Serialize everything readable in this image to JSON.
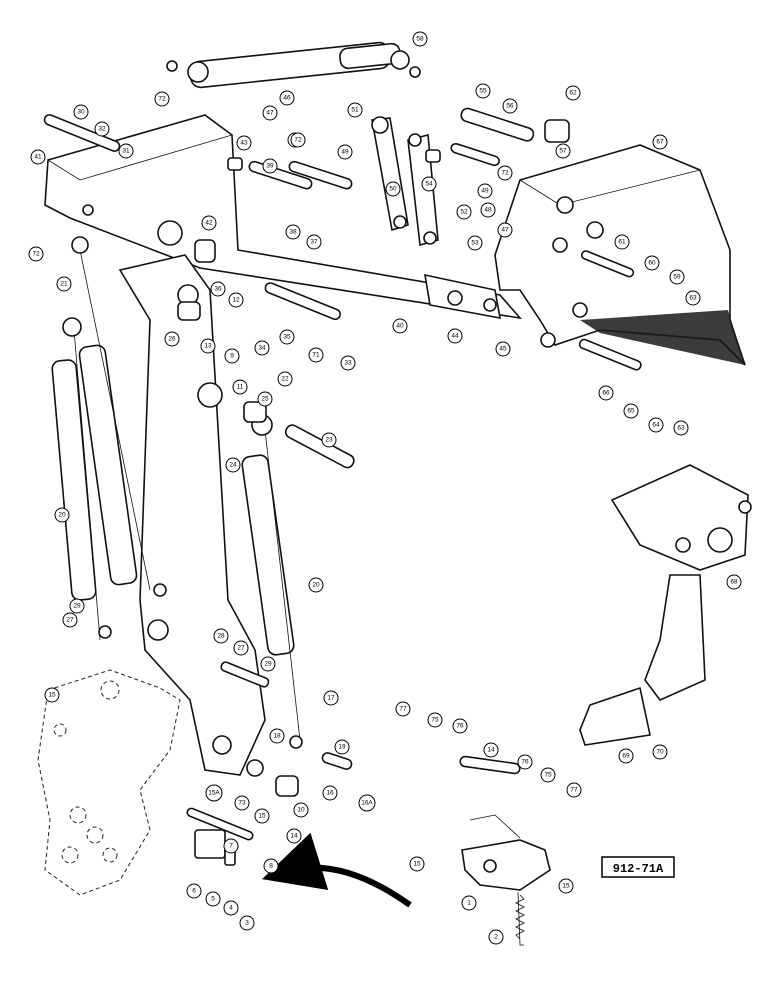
{
  "drawing_id": "912-71A",
  "callouts": [
    "1",
    "2",
    "3",
    "4",
    "5",
    "6",
    "7",
    "8",
    "9",
    "10",
    "11",
    "12",
    "13",
    "14",
    "15",
    "15A",
    "16",
    "16A",
    "17",
    "18",
    "19",
    "20",
    "21",
    "22",
    "23",
    "24",
    "25",
    "26",
    "27",
    "28",
    "29",
    "30",
    "31",
    "32",
    "33",
    "34",
    "35",
    "36",
    "37",
    "38",
    "39",
    "40",
    "41",
    "42",
    "43",
    "44",
    "45",
    "46",
    "47",
    "48",
    "49",
    "50",
    "51",
    "52",
    "53",
    "54",
    "55",
    "56",
    "57",
    "58",
    "59",
    "60",
    "61",
    "62",
    "63",
    "64",
    "65",
    "66",
    "67",
    "68",
    "69",
    "70",
    "71",
    "72",
    "73",
    "75",
    "76",
    "77"
  ]
}
